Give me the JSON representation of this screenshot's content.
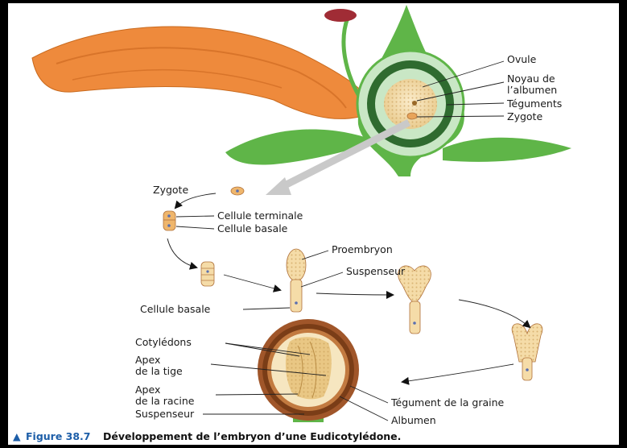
{
  "labels": {
    "ovule": "Ovule",
    "noyau_1": "Noyau de",
    "noyau_2": "l’albumen",
    "teguments": "Téguments",
    "zygote_top": "Zygote",
    "zygote_left": "Zygote",
    "cellule_terminale": "Cellule terminale",
    "cellule_basale_1": "Cellule basale",
    "proembryon": "Proembryon",
    "suspenseur_mid": "Suspenseur",
    "cellule_basale_2": "Cellule basale",
    "cotyledons": "Cotylédons",
    "apex_tige_1": "Apex",
    "apex_tige_2": "de la tige",
    "apex_racine_1": "Apex",
    "apex_racine_2": "de la racine",
    "suspenseur_bottom": "Suspenseur",
    "tegument_graine": "Tégument de la graine",
    "albumen": "Albumen"
  },
  "caption": {
    "marker": "▲",
    "figure_no": "Figure 38.7",
    "text": "Développement de l’embryon d’une Eudicotylédone."
  },
  "colors": {
    "petal": "#ee8a3c",
    "stem": "#5fb548",
    "ovule_ring": "#c9e7c5",
    "dark_green": "#2f6b2f",
    "embryo": "#f0d9a4",
    "seed_coat": "#8a4a1e",
    "caption_blue": "#1d5ea8",
    "arrow_grey": "#c9c9c9"
  }
}
